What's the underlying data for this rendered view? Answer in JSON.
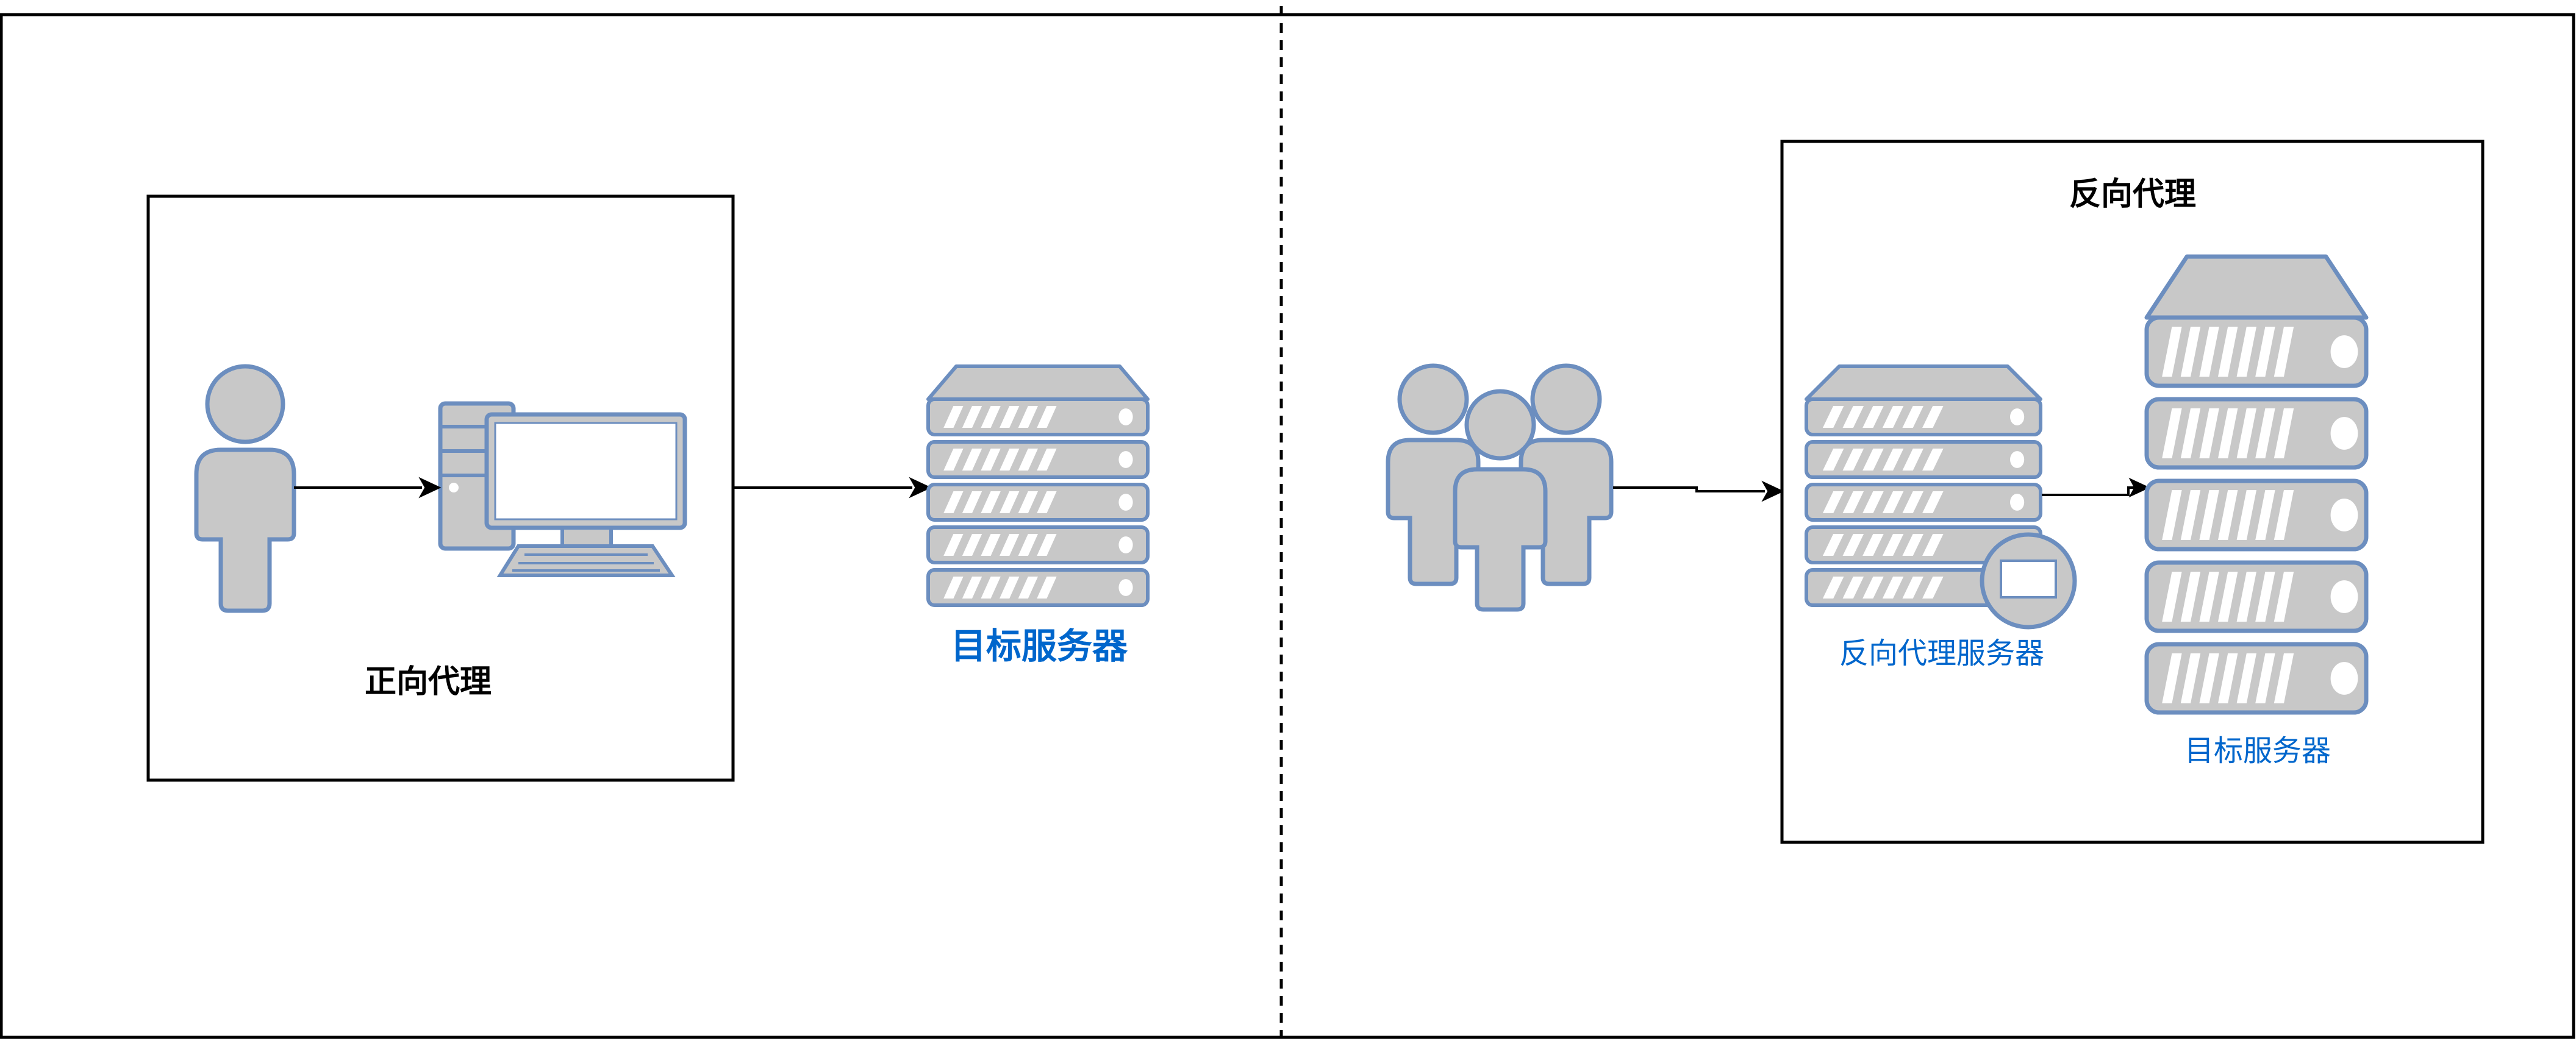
{
  "diagram": {
    "forward_proxy": {
      "group_label": "正向代理",
      "target_server_label": "目标服务器"
    },
    "reverse_proxy": {
      "group_label": "反向代理",
      "proxy_server_label": "反向代理服务器",
      "target_server_label": "目标服务器"
    }
  },
  "colors": {
    "icon_fill": "#C8C8C8",
    "icon_stroke": "#6C8EBF",
    "blue_label": "#0066CC",
    "line": "#000000"
  },
  "icons": [
    "user-icon",
    "desktop-computer-icon",
    "server-rack-icon",
    "users-group-icon",
    "proxy-server-icon"
  ]
}
